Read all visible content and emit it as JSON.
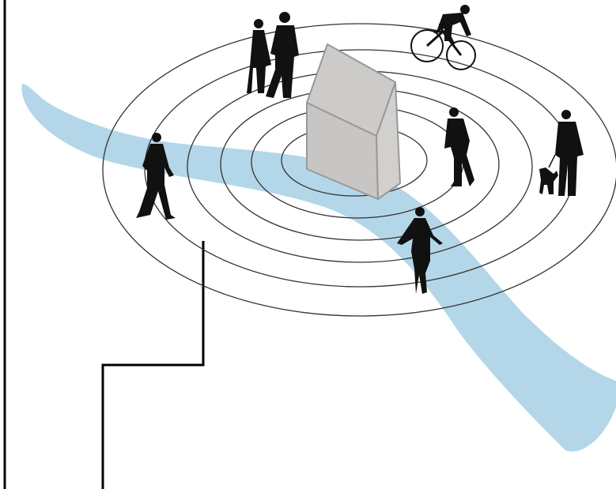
{
  "diagram": {
    "ring_count": 6,
    "colors": {
      "background": "#ffffff",
      "river": "#b3d7e8",
      "rings": "#333333",
      "building_face": "#cfcdcb",
      "building_front": "#c6c4c2",
      "building_edge": "#9a9896",
      "silhouette": "#111111",
      "frame_line": "#000000"
    },
    "figures": [
      {
        "kind": "walking-couple",
        "icon": "couple-icon"
      },
      {
        "kind": "cyclist",
        "icon": "cyclist-icon"
      },
      {
        "kind": "walking-man",
        "icon": "walking-person-icon"
      },
      {
        "kind": "walking-person",
        "icon": "walking-person-icon"
      },
      {
        "kind": "man-with-dog",
        "icon": "dog-walker-icon"
      },
      {
        "kind": "woman-walking",
        "icon": "woman-icon"
      }
    ]
  }
}
